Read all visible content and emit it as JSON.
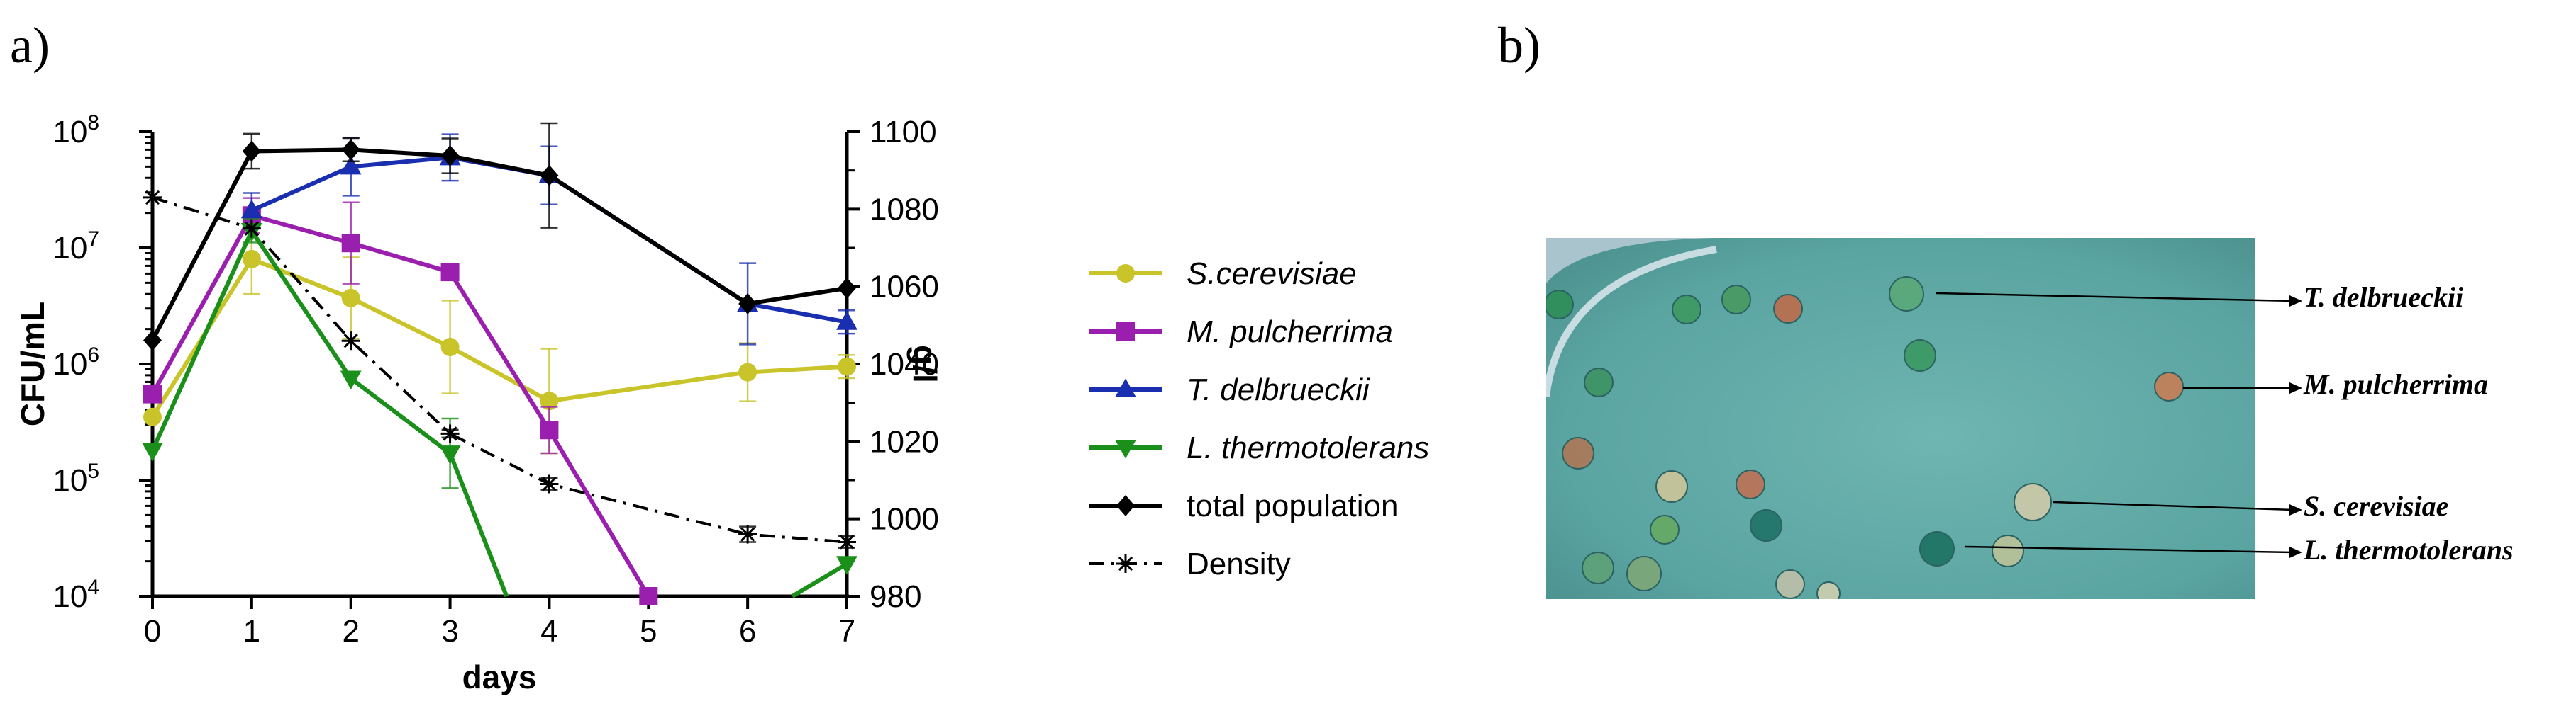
{
  "panels": {
    "a": "a)",
    "b": "b)"
  },
  "chart_data": {
    "type": "line",
    "xlabel": "days",
    "ylabel": "CFU/mL",
    "y2label": "g/l",
    "x": [
      0,
      1,
      2,
      3,
      4,
      5,
      6,
      7
    ],
    "xlim": [
      0,
      7
    ],
    "ylim": [
      10000,
      100000000
    ],
    "yscale": "log",
    "y2lim": [
      980,
      1100
    ],
    "x_ticks": [
      "0",
      "1",
      "2",
      "3",
      "4",
      "5",
      "6",
      "7"
    ],
    "y_ticks": [
      {
        "base": "10",
        "exp": "4",
        "value": 10000
      },
      {
        "base": "10",
        "exp": "5",
        "value": 100000
      },
      {
        "base": "10",
        "exp": "6",
        "value": 1000000
      },
      {
        "base": "10",
        "exp": "7",
        "value": 10000000
      },
      {
        "base": "10",
        "exp": "8",
        "value": 100000000
      }
    ],
    "y2_ticks": [
      "980",
      "1000",
      "1020",
      "1040",
      "1060",
      "1080",
      "1100"
    ],
    "legend_position": "right",
    "series": [
      {
        "name": "S.cerevisiae",
        "italic": true,
        "color": "#c8c42a",
        "marker": "circle",
        "axis": "left",
        "x": [
          0,
          1,
          2,
          3,
          4,
          6,
          7
        ],
        "y": [
          350000,
          8000000,
          3700000,
          1400000,
          480000,
          850000,
          950000
        ],
        "err": [
          0,
          0.3,
          0.35,
          0.4,
          0.45,
          0.25,
          0.1
        ]
      },
      {
        "name": "M. pulcherrima",
        "italic": true,
        "color": "#9b1fae",
        "marker": "square",
        "axis": "left",
        "x": [
          0,
          1,
          2,
          3,
          4,
          5
        ],
        "y": [
          550000,
          19000000,
          11000000,
          6200000,
          270000,
          10000
        ],
        "err": [
          0,
          0.15,
          0.35,
          0,
          0.2,
          0
        ]
      },
      {
        "name": "T. delbrueckii",
        "italic": true,
        "color": "#1a2fb0",
        "marker": "triangle-up",
        "axis": "left",
        "x": [
          1,
          2,
          3,
          4,
          6,
          7
        ],
        "y": [
          21000000,
          50000000,
          60000000,
          42000000,
          3300000,
          2300000
        ],
        "err": [
          0.15,
          0.25,
          0.2,
          0.25,
          0.35,
          0.1
        ]
      },
      {
        "name": "L. thermotolerans",
        "italic": true,
        "color": "#1a8f1a",
        "marker": "triangle-down",
        "axis": "left",
        "segments": [
          {
            "x": [
              0,
              1,
              2,
              3,
              3.57
            ],
            "y": [
              180000,
              14000000,
              750000,
              170000,
              10000
            ]
          },
          {
            "x": [
              6.45,
              7
            ],
            "y": [
              10000,
              19000
            ]
          }
        ],
        "markers_x": [
          0,
          1,
          2,
          3,
          7
        ],
        "markers_y": [
          180000,
          14000000,
          750000,
          170000,
          19000
        ],
        "err": [
          0,
          0.1,
          0,
          0.3,
          0
        ]
      },
      {
        "name": "total population",
        "italic": false,
        "color": "#000000",
        "marker": "diamond",
        "axis": "left",
        "x": [
          0,
          1,
          2,
          3,
          4,
          6,
          7
        ],
        "y": [
          1600000,
          68000000,
          70000000,
          62000000,
          42000000,
          3300000,
          4500000
        ],
        "err": [
          0,
          0.15,
          0.1,
          0.15,
          0.45,
          0,
          0
        ]
      },
      {
        "name": "Density",
        "italic": false,
        "color": "#000000",
        "marker": "asterisk",
        "axis": "right",
        "dash": true,
        "x": [
          0,
          1,
          2,
          3,
          4,
          6,
          7
        ],
        "y": [
          1083,
          1075,
          1046,
          1022,
          1009,
          996,
          994
        ],
        "err": [
          0,
          0,
          0,
          1,
          1.5,
          2,
          1.5
        ]
      }
    ]
  },
  "plate": {
    "labels": [
      "T. delbrueckii",
      "M. pulcherrima",
      "S. cerevisiae",
      "L. thermotolerans"
    ],
    "colors": {
      "plate_bg": "#5fa7a4",
      "plate_edge": "#b7cdd5"
    }
  }
}
